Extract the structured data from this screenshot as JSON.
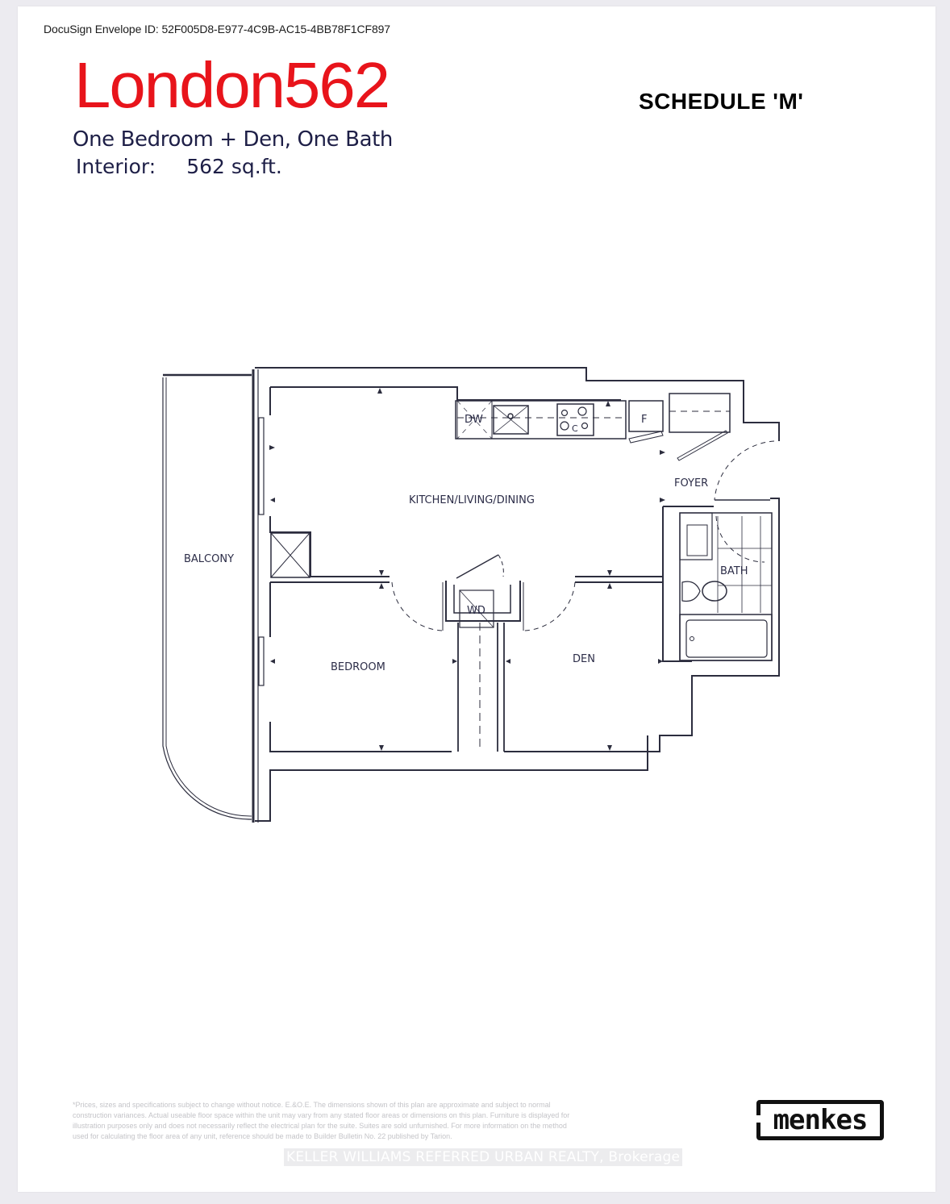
{
  "header": {
    "envelope_id": "DocuSign Envelope ID: 52F005D8-E977-4C9B-AC15-4BB78F1CF897",
    "title": "London562",
    "schedule": "SCHEDULE 'M'",
    "subtitle": "One Bedroom + Den, One Bath",
    "interior_label": "Interior:",
    "interior_value": "562 sq.ft."
  },
  "floor_plan": {
    "rooms": {
      "balcony": "BALCONY",
      "kitchen_living_dining": "KITCHEN/LIVING/DINING",
      "foyer": "FOYER",
      "bath": "BATH",
      "bedroom": "BEDROOM",
      "den": "DEN"
    },
    "fixtures": {
      "dishwasher": "DW",
      "fridge": "F",
      "washer_dryer": "WD",
      "cooktop": "C"
    }
  },
  "footer": {
    "disclaimer": "*Prices, sizes and specifications subject to change without notice. E.&O.E. The dimensions shown of this plan are approximate and subject to normal construction variances. Actual useable floor space within the unit may vary from any stated floor areas or dimensions on this plan. Furniture is displayed for illustration purposes only and does not necessarily reflect the electrical plan for the suite. Suites are sold unfurnished. For more information on the method used for calculating the floor area of any unit, reference should be made to Builder Bulletin No. 22 published by Tarion.",
    "watermark": "KELLER WILLIAMS REFERRED URBAN REALTY, Brokerage",
    "logo": "menkes"
  },
  "colors": {
    "title_red": "#e8141b",
    "navy_text": "#1e1f47",
    "wall_line": "#2c2d3e"
  }
}
